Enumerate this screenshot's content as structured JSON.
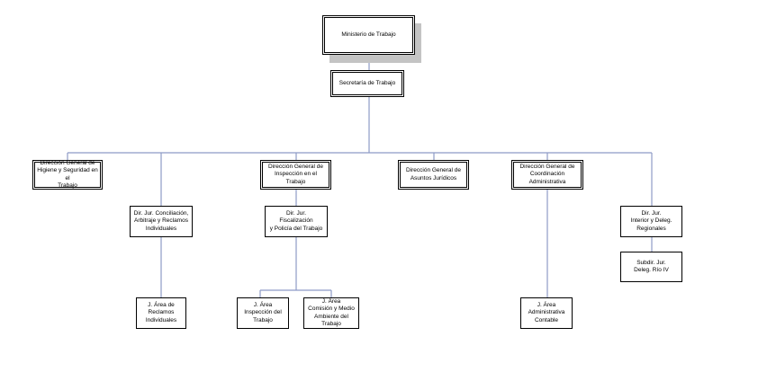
{
  "title_box": {
    "label": "Ministerio de Trabajo"
  },
  "secretaria": {
    "label": "Secretaría de Trabajo"
  },
  "direcciones": {
    "higiene": "Dirección General de\nHigiene y Seguridad en el\nTrabajo",
    "inspeccion": "Dirección General de\nInspección en el Trabajo",
    "asuntos": "Dirección General de\nAsuntos Jurídicos",
    "coordinacion": "Dirección General de\nCoordinación Administrativa"
  },
  "dir_jur": {
    "conciliacion": "Dir. Jur. Conciliación,\nArbitraje y Reclamos\nIndividuales",
    "fiscalizacion": "Dir. Jur.\nFiscalización\ny Policía del Trabajo",
    "interior": "Dir. Jur.\nInterior y Deleg.\nRegionales"
  },
  "areas": {
    "reclamos": "J. Área de\nReclamos\nIndividuales",
    "inspeccion": "J. Área\nInspección del\nTrabajo",
    "comision": "J. Área\nComisión y Medio\nAmbiente del Trabajo",
    "administrativa": "J. Área\nAdministrativa\nContable"
  },
  "subdir": {
    "rio_iv": "Subdir. Jur.\nDeleg. Río IV"
  },
  "colors": {
    "connector": "#8e9bc6",
    "shadow": "#c4c4c4",
    "border": "#000000"
  }
}
